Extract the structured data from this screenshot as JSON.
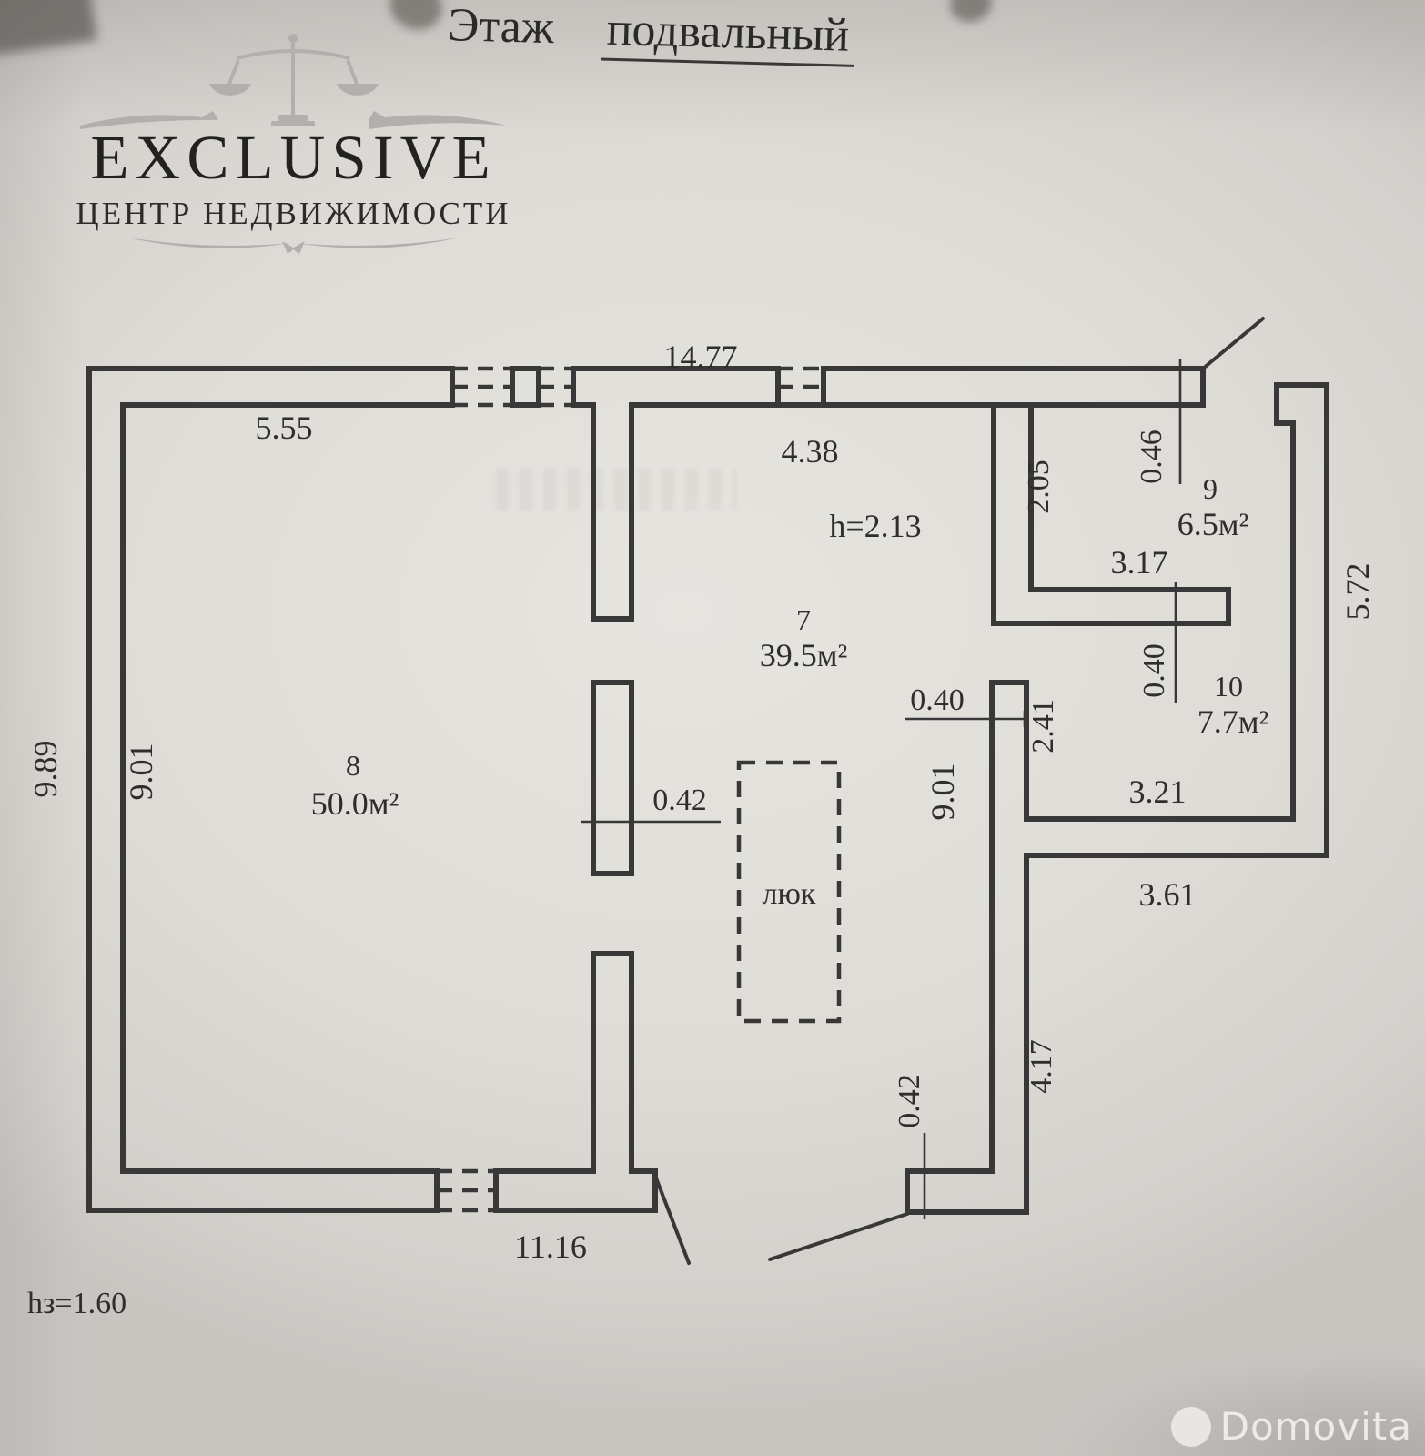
{
  "title": {
    "label": "Этаж",
    "floor": "подвальный"
  },
  "logo": {
    "brand": "EXCLUSIVE",
    "subtitle": "ЦЕНТР НЕДВИЖИМОСТИ",
    "icon": "scales-icon"
  },
  "colors": {
    "ink": "#383838",
    "paper": "#dfdcd7",
    "logo_gray": "#b2b0ac"
  },
  "plan": {
    "rooms": {
      "r7": {
        "number": "7",
        "area": "39.5м²"
      },
      "r8": {
        "number": "8",
        "area": "50.0м²"
      },
      "r9": {
        "number": "9",
        "area": "6.5м²"
      },
      "r10": {
        "number": "10",
        "area": "7.7м²"
      }
    },
    "notes": {
      "ceiling_height": "h=2.13",
      "basement_height": "hз=1.60",
      "hatch_label": "люк"
    },
    "dimensions": {
      "top_width": "14.77",
      "room8_top": "5.55",
      "room7_top": "4.38",
      "room9_left": "2.05",
      "top_wall_thickness": "0.46",
      "room9_bottom": "3.17",
      "right_wall": "5.72",
      "wall_9_10_thickness": "0.40",
      "room10_left": "2.41",
      "room7_right": "9.01",
      "wall_7_10_thickness": "0.40",
      "room10_bottom": "3.21",
      "bottom_right_width": "3.61",
      "mid_wall_thickness": "0.42",
      "room8_left": "9.01",
      "outer_left": "9.89",
      "lower_right_wall": "4.17",
      "bottom_wall_thickness": "0.42",
      "bottom_width": "11.16"
    }
  },
  "watermark": {
    "text": "Domovita"
  }
}
